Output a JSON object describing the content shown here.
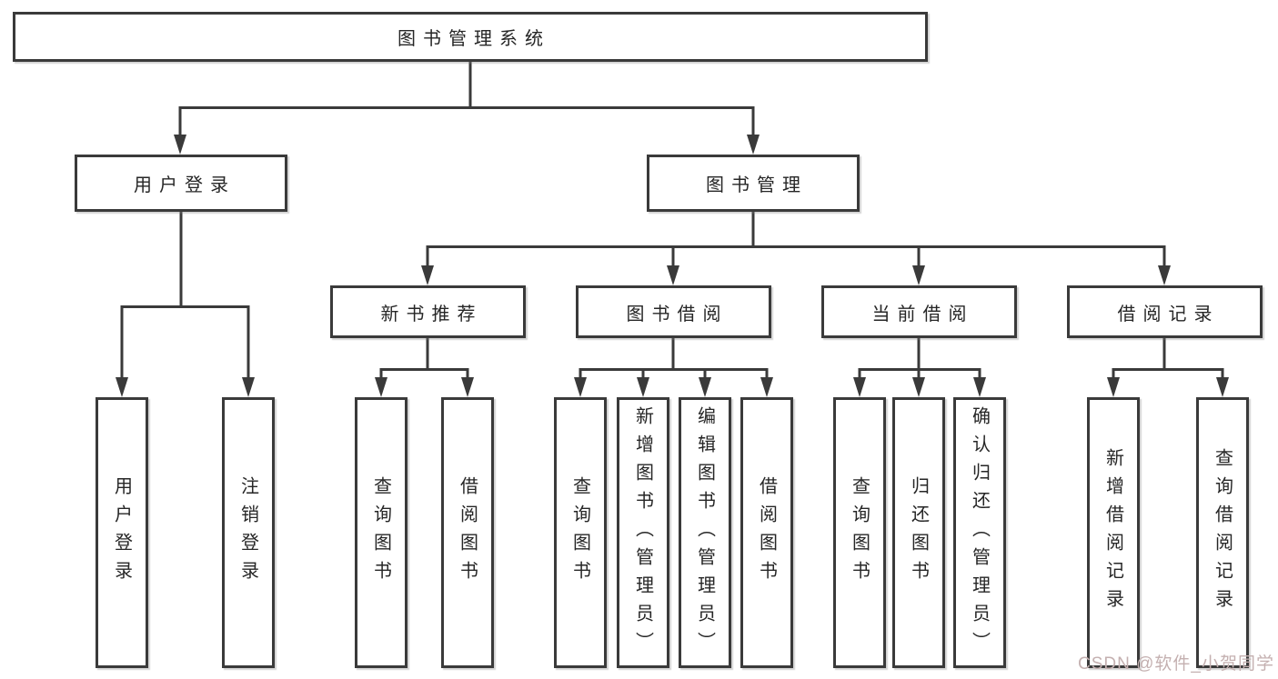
{
  "nodes": {
    "root": {
      "label": "图书管理系统"
    },
    "user_login": {
      "label": "用户登录"
    },
    "book_management": {
      "label": "图书管理"
    },
    "new_book_recommend": {
      "label": "新书推荐"
    },
    "book_borrow": {
      "label": "图书借阅"
    },
    "current_borrow": {
      "label": "当前借阅"
    },
    "borrow_record": {
      "label": "借阅记录"
    },
    "leaf_user_login": {
      "label": "用户登录"
    },
    "leaf_logout": {
      "label": "注销登录"
    },
    "leaf_query_book_1": {
      "label": "查询图书"
    },
    "leaf_borrow_book_1": {
      "label": "借阅图书"
    },
    "leaf_query_book_2": {
      "label": "查询图书"
    },
    "leaf_add_book": {
      "label": "新增图书（管理员）"
    },
    "leaf_edit_book": {
      "label": "编辑图书（管理员）"
    },
    "leaf_borrow_book_2": {
      "label": "借阅图书"
    },
    "leaf_query_book_3": {
      "label": "查询图书"
    },
    "leaf_return_book": {
      "label": "归还图书"
    },
    "leaf_confirm_return": {
      "label": "确认归还（管理员）"
    },
    "leaf_add_record": {
      "label": "新增借阅记录"
    },
    "leaf_query_record": {
      "label": "查询借阅记录"
    }
  },
  "watermark": {
    "text": "CSDN @软件_小贺同学"
  },
  "colors": {
    "line": "#3a3a3a",
    "text": "#262626",
    "box_background": "#ffffff",
    "watermark": "#c4b0b0"
  }
}
